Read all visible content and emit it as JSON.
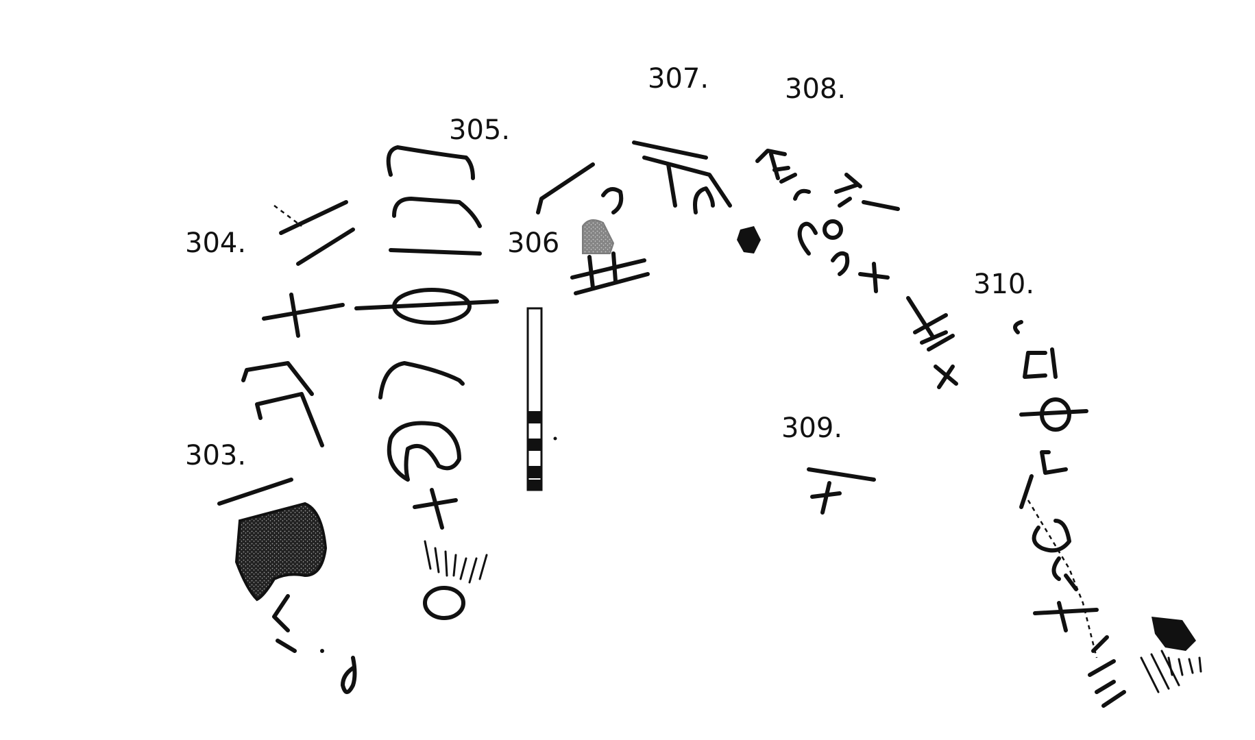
{
  "labels": {
    "303": "303.",
    "304": "304.",
    "305": "305.",
    "306": "306",
    "307": "307.",
    "308": "308.",
    "309": "309.",
    "310": "310."
  }
}
